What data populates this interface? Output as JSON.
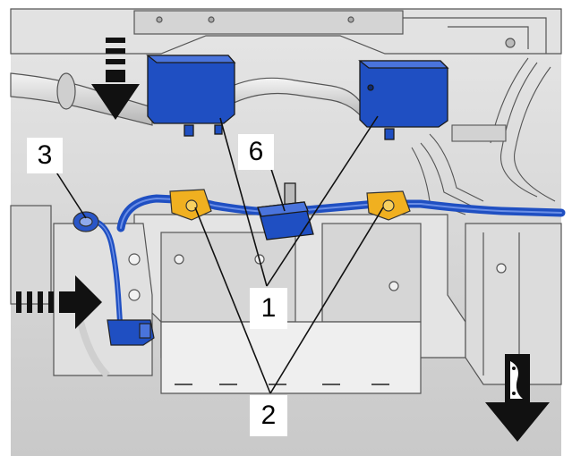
{
  "callouts": {
    "c1": "1",
    "c2": "2",
    "c3": "3",
    "c6": "6"
  },
  "colors": {
    "part_blue": "#1f4fc2",
    "connector_yellow": "#f0b020",
    "arrow_black": "#111111",
    "drawing_gray": "#d9d9d9",
    "line_gray": "#555555"
  },
  "icons": {
    "arrow_down_striped": "striped-down-arrow-icon",
    "arrow_right_striped": "striped-right-arrow-icon",
    "arrow_vehicle_front": "vehicle-front-arrow-icon"
  }
}
